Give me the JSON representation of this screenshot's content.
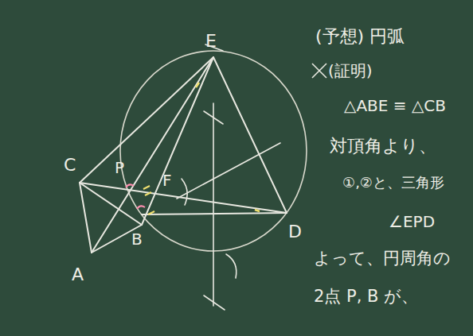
{
  "diagram": {
    "labels": [
      "E",
      "C",
      "P",
      "F",
      "B",
      "A",
      "D",
      "(予想) 円弧",
      "(証明)",
      "△ABE ≡ △CB",
      "対頂角より、",
      "①,②と、三角形",
      "∠EPD",
      "よって、円周角の",
      "2点 P, B が、"
    ]
  }
}
